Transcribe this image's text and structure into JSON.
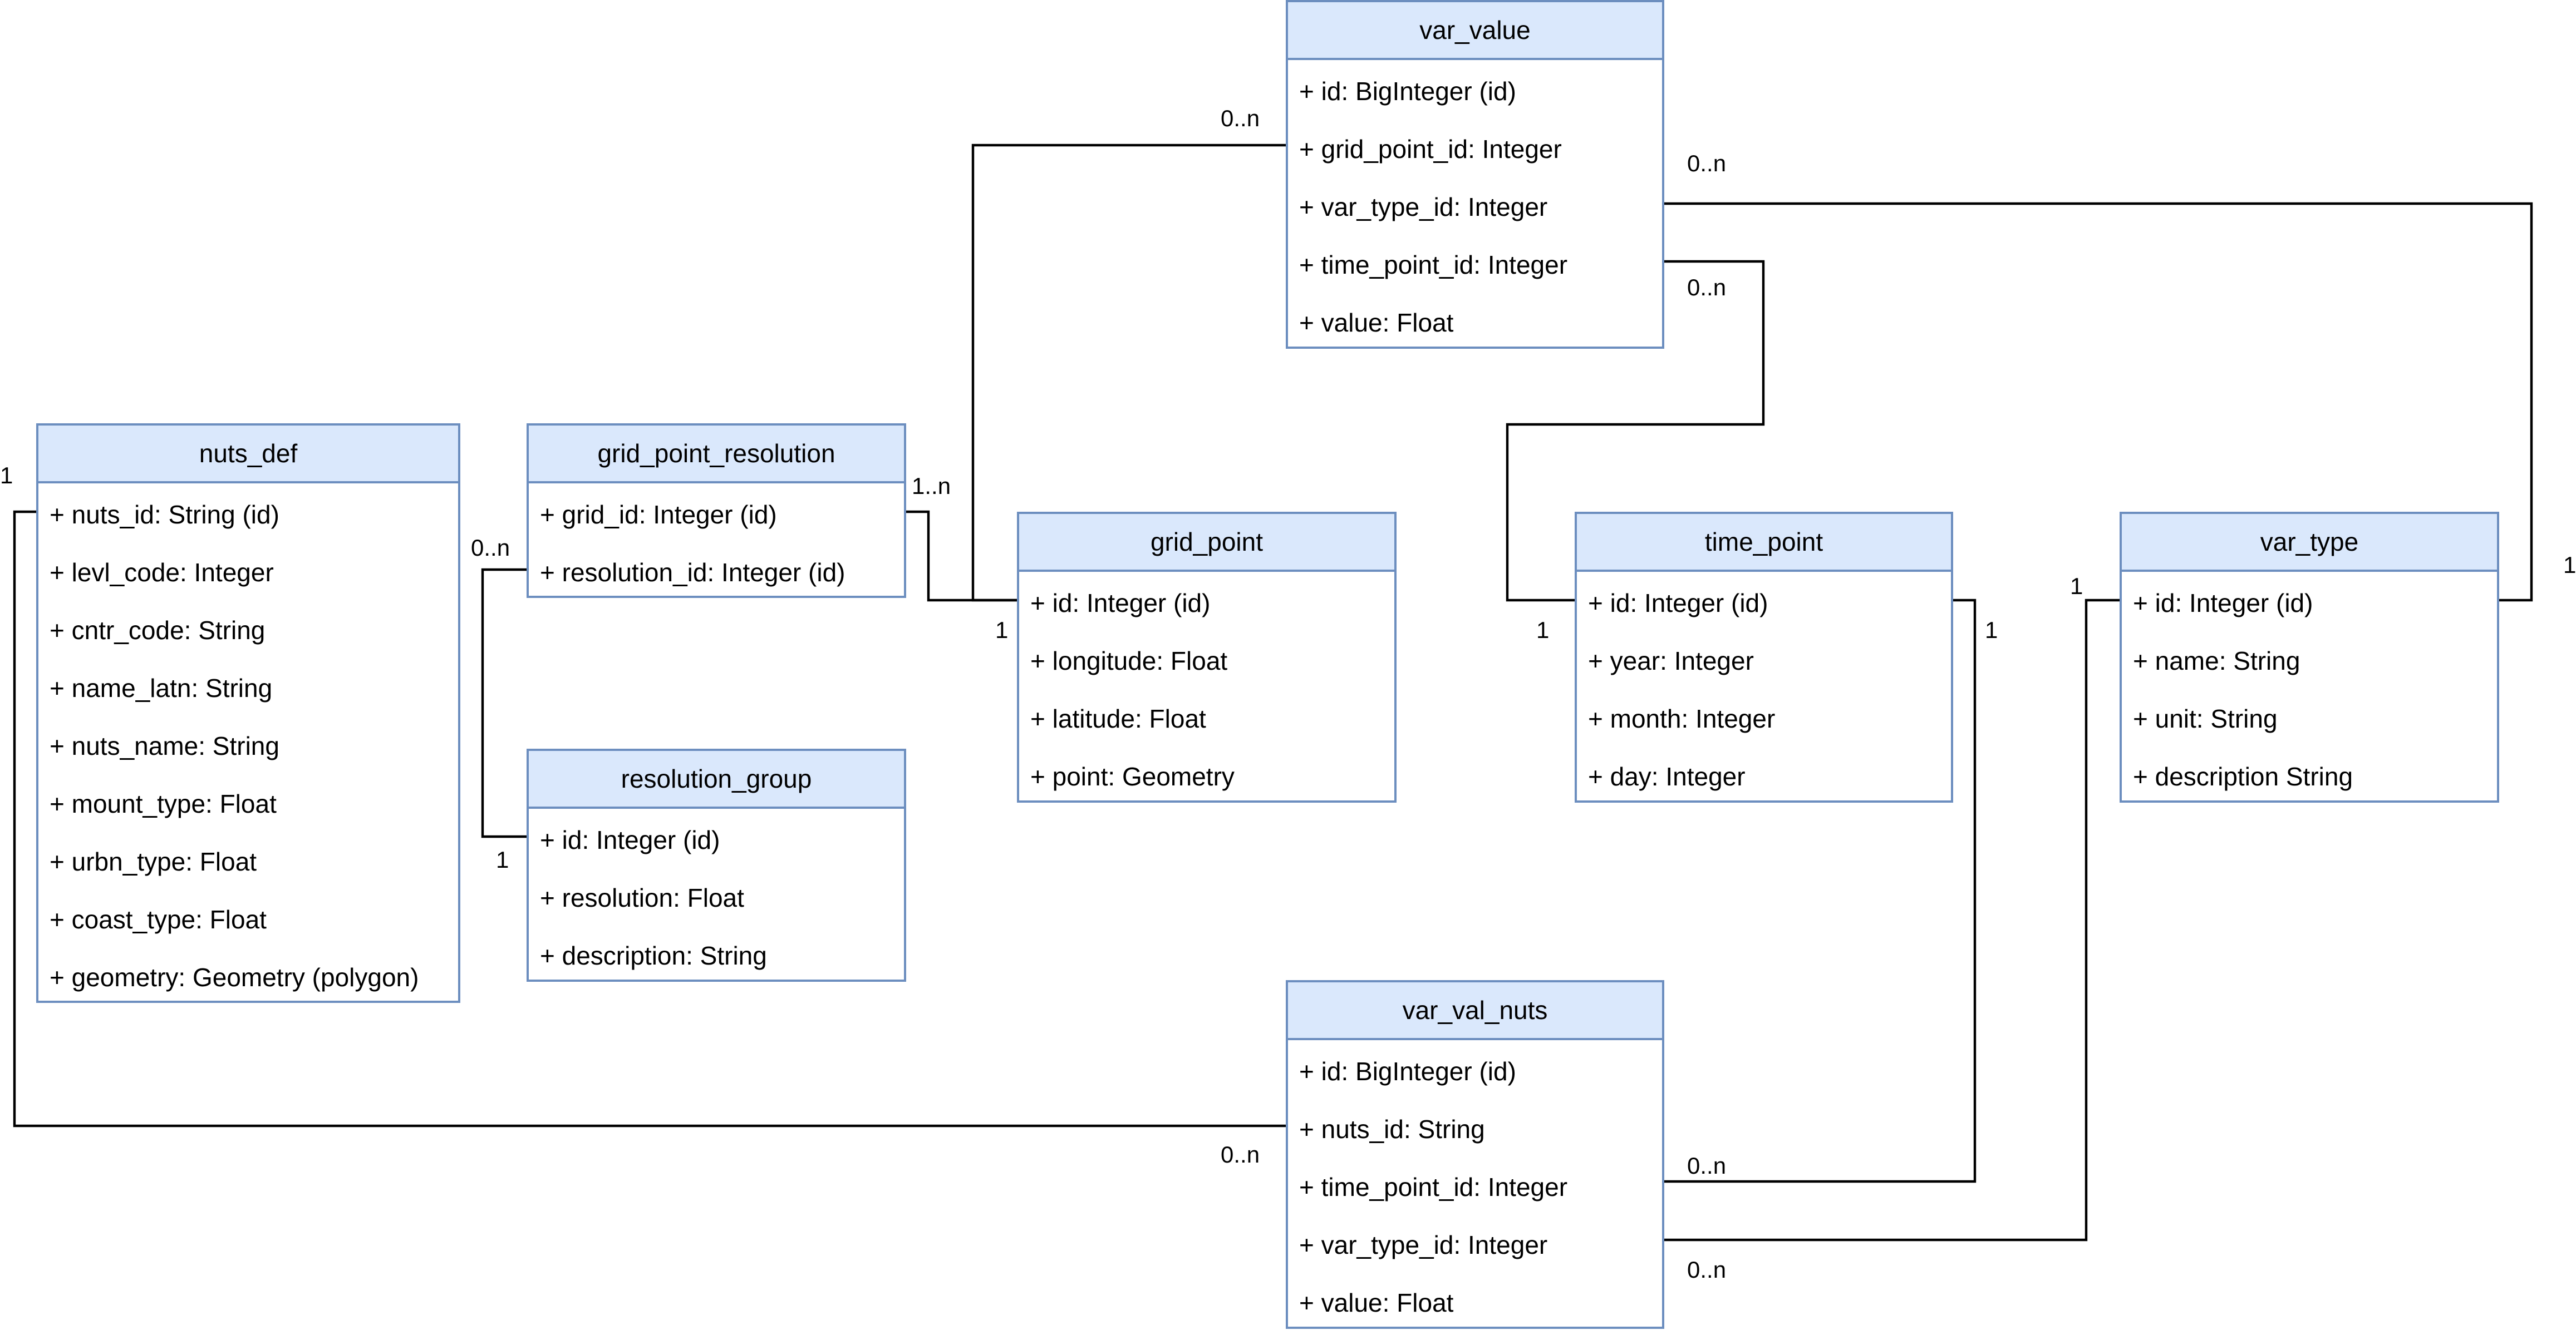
{
  "colors": {
    "header_fill": "#dae8fc",
    "border": "#6c8ebf",
    "line": "#000000",
    "text": "#000000"
  },
  "entities": {
    "var_value": {
      "name": "var_value",
      "attributes": [
        "+ id: BigInteger (id)",
        "+ grid_point_id: Integer",
        "+ var_type_id: Integer",
        "+ time_point_id: Integer",
        "+ value: Float"
      ]
    },
    "nuts_def": {
      "name": "nuts_def",
      "attributes": [
        "+ nuts_id: String (id)",
        "+ levl_code: Integer",
        "+ cntr_code: String",
        "+ name_latn: String",
        "+ nuts_name: String",
        "+ mount_type: Float",
        "+ urbn_type: Float",
        "+ coast_type: Float",
        "+ geometry: Geometry (polygon)"
      ]
    },
    "grid_point_resolution": {
      "name": "grid_point_resolution",
      "attributes": [
        "+ grid_id: Integer (id)",
        "+ resolution_id: Integer (id)"
      ]
    },
    "resolution_group": {
      "name": "resolution_group",
      "attributes": [
        "+ id: Integer (id)",
        "+ resolution: Float",
        "+ description: String"
      ]
    },
    "grid_point": {
      "name": "grid_point",
      "attributes": [
        "+ id: Integer (id)",
        "+ longitude: Float",
        "+ latitude: Float",
        "+ point: Geometry"
      ]
    },
    "time_point": {
      "name": "time_point",
      "attributes": [
        "+ id: Integer (id)",
        "+ year: Integer",
        "+ month: Integer",
        "+ day: Integer"
      ]
    },
    "var_type": {
      "name": "var_type",
      "attributes": [
        "+ id: Integer (id)",
        "+ name: String",
        "+ unit: String",
        "+ description String"
      ]
    },
    "var_val_nuts": {
      "name": "var_val_nuts",
      "attributes": [
        "+ id: BigInteger (id)",
        "+ nuts_id: String",
        "+ time_point_id: Integer",
        "+ var_type_id: Integer",
        "+ value: Float"
      ]
    }
  },
  "multiplicities": {
    "var_value_grid_point_end": "0..n",
    "var_value_var_type_end": "0..n",
    "var_value_time_point_end": "0..n",
    "nuts_def_end": "1",
    "grid_point_resolution_grid_end": "1..n",
    "grid_point_resolution_group_end": "0..n",
    "resolution_group_end": "1",
    "grid_point_end": "1",
    "time_point_value_end": "1",
    "time_point_nuts_end": "1",
    "var_type_nuts_end": "1",
    "var_type_value_end": "1",
    "var_val_nuts_nuts_def_end": "0..n",
    "var_val_nuts_time_point_end": "0..n",
    "var_val_nuts_var_type_end": "0..n"
  }
}
